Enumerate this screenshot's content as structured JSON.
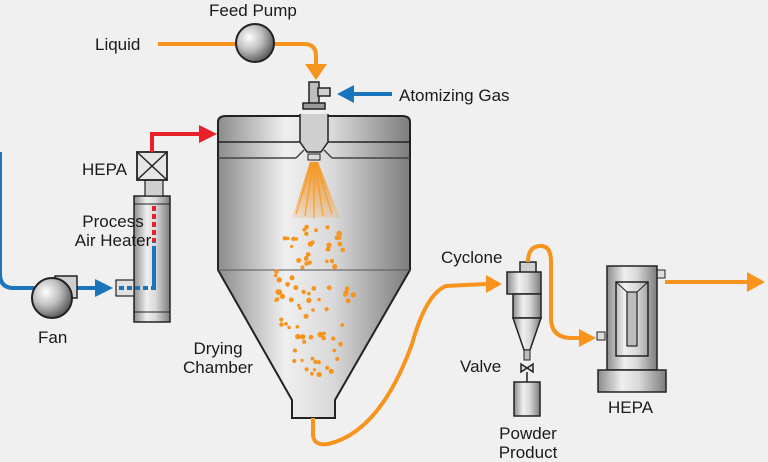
{
  "labels": {
    "feed_pump": "Feed Pump",
    "liquid": "Liquid",
    "atomizing_gas": "Atomizing Gas",
    "hepa_inlet": "HEPA",
    "heater_line1": "Process",
    "heater_line2": "Air Heater",
    "fan": "Fan",
    "chamber_line1": "Drying",
    "chamber_line2": "Chamber",
    "cyclone": "Cyclone",
    "valve": "Valve",
    "product_line1": "Powder",
    "product_line2": "Product",
    "hepa_outlet": "HEPA"
  },
  "colors": {
    "liquid_line": "#f7941d",
    "gas_line": "#1a75bc",
    "hot_air_line": "#e8202a",
    "droplets": "#f7941d",
    "background": "#f0f0f0"
  }
}
